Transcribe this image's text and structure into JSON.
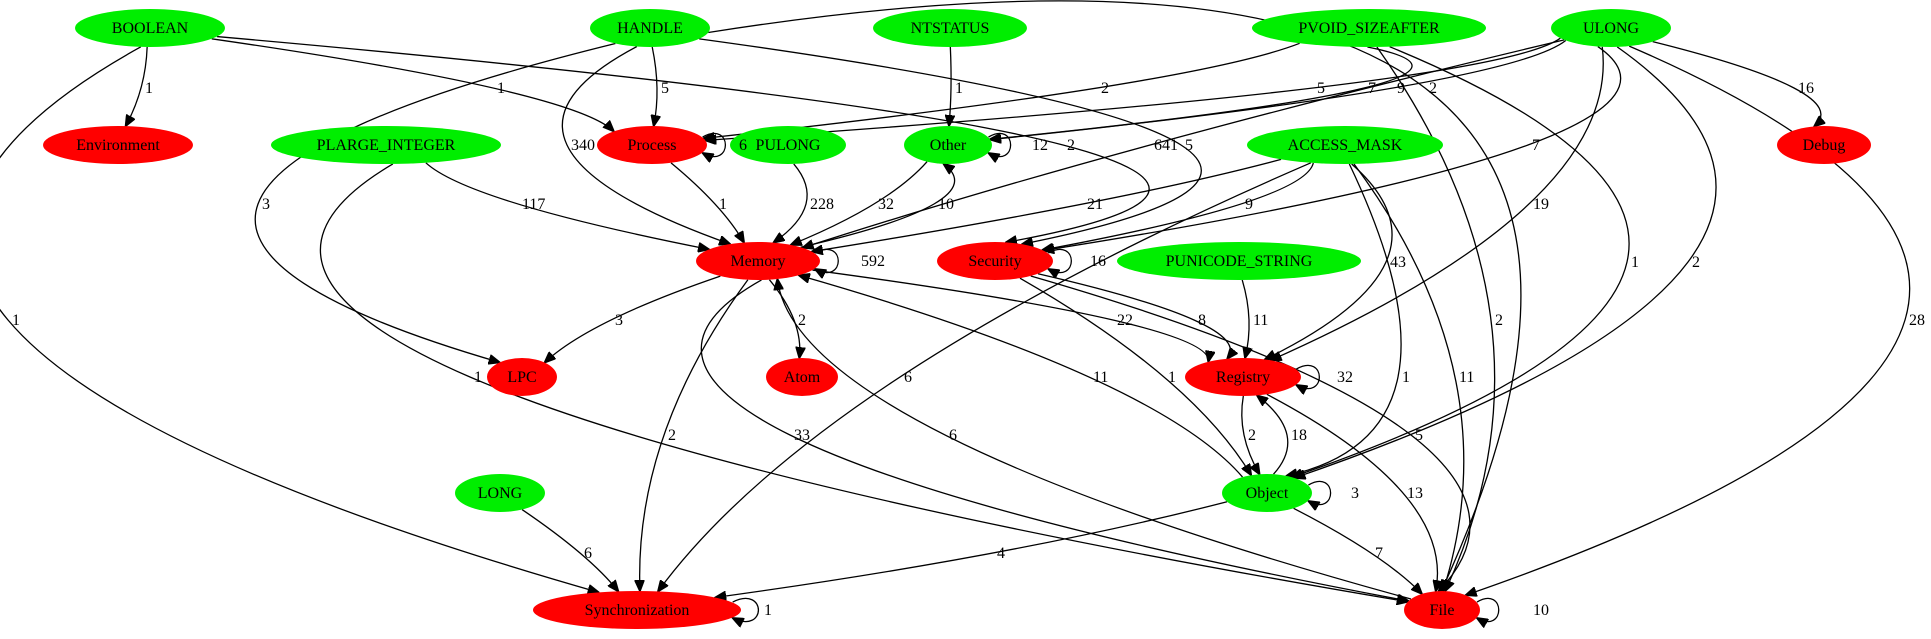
{
  "colors": {
    "type_node": "#00ee00",
    "category_node": "#ff0000",
    "edge": "#000000"
  },
  "nodes": [
    {
      "id": "BOOLEAN",
      "label": "BOOLEAN",
      "kind": "type"
    },
    {
      "id": "HANDLE",
      "label": "HANDLE",
      "kind": "type"
    },
    {
      "id": "NTSTATUS",
      "label": "NTSTATUS",
      "kind": "type"
    },
    {
      "id": "PVOID_SIZEAFTER",
      "label": "PVOID_SIZEAFTER",
      "kind": "type"
    },
    {
      "id": "ULONG",
      "label": "ULONG",
      "kind": "type"
    },
    {
      "id": "Environment",
      "label": "Environment",
      "kind": "category"
    },
    {
      "id": "PLARGE_INTEGER",
      "label": "PLARGE_INTEGER",
      "kind": "type"
    },
    {
      "id": "Process",
      "label": "Process",
      "kind": "category"
    },
    {
      "id": "PULONG",
      "label": "PULONG",
      "kind": "type"
    },
    {
      "id": "Other",
      "label": "Other",
      "kind": "type"
    },
    {
      "id": "ACCESS_MASK",
      "label": "ACCESS_MASK",
      "kind": "type"
    },
    {
      "id": "Debug",
      "label": "Debug",
      "kind": "category"
    },
    {
      "id": "Memory",
      "label": "Memory",
      "kind": "category"
    },
    {
      "id": "Security",
      "label": "Security",
      "kind": "category"
    },
    {
      "id": "PUNICODE_STRING",
      "label": "PUNICODE_STRING",
      "kind": "type"
    },
    {
      "id": "LPC",
      "label": "LPC",
      "kind": "category"
    },
    {
      "id": "Atom",
      "label": "Atom",
      "kind": "category"
    },
    {
      "id": "Registry",
      "label": "Registry",
      "kind": "category"
    },
    {
      "id": "LONG",
      "label": "LONG",
      "kind": "type"
    },
    {
      "id": "Object",
      "label": "Object",
      "kind": "type"
    },
    {
      "id": "Synchronization",
      "label": "Synchronization",
      "kind": "category"
    },
    {
      "id": "File",
      "label": "File",
      "kind": "category"
    }
  ],
  "edges": [
    {
      "id": "e1",
      "from": "BOOLEAN",
      "to": "Environment",
      "label": "1"
    },
    {
      "id": "e2",
      "from": "BOOLEAN",
      "to": "Process",
      "label": "1"
    },
    {
      "id": "e3",
      "from": "BOOLEAN",
      "to": "Synchronization",
      "label": "1"
    },
    {
      "id": "e4",
      "from": "BOOLEAN",
      "to": "Security",
      "label": "2"
    },
    {
      "id": "e5",
      "from": "HANDLE",
      "to": "Process",
      "label": "5"
    },
    {
      "id": "e6",
      "from": "HANDLE",
      "to": "Memory",
      "label": "340"
    },
    {
      "id": "e7",
      "from": "HANDLE",
      "to": "LPC",
      "label": "3"
    },
    {
      "id": "e8",
      "from": "HANDLE",
      "to": "Security",
      "label": "5"
    },
    {
      "id": "e9",
      "from": "HANDLE",
      "to": "File",
      "label": "2"
    },
    {
      "id": "e10",
      "from": "NTSTATUS",
      "to": "Other",
      "label": "1"
    },
    {
      "id": "e11",
      "from": "PVOID_SIZEAFTER",
      "to": "Process",
      "label": "2"
    },
    {
      "id": "e12",
      "from": "PVOID_SIZEAFTER",
      "to": "Other",
      "label": "7"
    },
    {
      "id": "e13",
      "from": "PVOID_SIZEAFTER",
      "to": "Object",
      "label": "1"
    },
    {
      "id": "e14",
      "from": "PVOID_SIZEAFTER",
      "to": "File",
      "label": "2"
    },
    {
      "id": "e15",
      "from": "ULONG",
      "to": "Process",
      "label": "5"
    },
    {
      "id": "e16",
      "from": "ULONG",
      "to": "Other",
      "label": "9"
    },
    {
      "id": "e17",
      "from": "ULONG",
      "to": "Memory",
      "label": "641"
    },
    {
      "id": "e18",
      "from": "ULONG",
      "to": "Security",
      "label": "7"
    },
    {
      "id": "e19",
      "from": "ULONG",
      "to": "Registry",
      "label": "19"
    },
    {
      "id": "e20",
      "from": "ULONG",
      "to": "Object",
      "label": "2"
    },
    {
      "id": "e21",
      "from": "ULONG",
      "to": "Debug",
      "label": "16"
    },
    {
      "id": "e22",
      "from": "ULONG",
      "to": "File",
      "label": "28"
    },
    {
      "id": "e23",
      "from": "Process",
      "to": "Process",
      "label": "6"
    },
    {
      "id": "e24",
      "from": "Process",
      "to": "Memory",
      "label": "1"
    },
    {
      "id": "e25",
      "from": "Other",
      "to": "Other",
      "label": "12"
    },
    {
      "id": "e26",
      "from": "Other",
      "to": "Memory",
      "label": "32"
    },
    {
      "id": "e27",
      "from": "Memory",
      "to": "Other",
      "label": "10"
    },
    {
      "id": "e28",
      "from": "PLARGE_INTEGER",
      "to": "Memory",
      "label": "117"
    },
    {
      "id": "e29",
      "from": "PLARGE_INTEGER",
      "to": "File",
      "label": "1"
    },
    {
      "id": "e30",
      "from": "PULONG",
      "to": "Memory",
      "label": "228"
    },
    {
      "id": "e31",
      "from": "ACCESS_MASK",
      "to": "Memory",
      "label": "21"
    },
    {
      "id": "e32",
      "from": "ACCESS_MASK",
      "to": "Security",
      "label": "9"
    },
    {
      "id": "e33",
      "from": "ACCESS_MASK",
      "to": "Registry",
      "label": "43"
    },
    {
      "id": "e34",
      "from": "ACCESS_MASK",
      "to": "Object",
      "label": "1"
    },
    {
      "id": "e35",
      "from": "ACCESS_MASK",
      "to": "File",
      "label": "11"
    },
    {
      "id": "e36",
      "from": "ACCESS_MASK",
      "to": "Synchronization",
      "label": "6"
    },
    {
      "id": "e37",
      "from": "Memory",
      "to": "Memory",
      "label": "592"
    },
    {
      "id": "e38",
      "from": "Memory",
      "to": "LPC",
      "label": "3"
    },
    {
      "id": "e39",
      "from": "Memory",
      "to": "Atom",
      "label": "2"
    },
    {
      "id": "e40",
      "from": "Memory",
      "to": "Registry",
      "label": "22"
    },
    {
      "id": "e41",
      "from": "Memory",
      "to": "Synchronization",
      "label": "2"
    },
    {
      "id": "e42",
      "from": "Memory",
      "to": "File",
      "label": "33"
    },
    {
      "id": "e43",
      "from": "Object",
      "to": "Memory",
      "label": "11"
    },
    {
      "id": "e44",
      "from": "File",
      "to": "Memory",
      "label": "6"
    },
    {
      "id": "e45",
      "from": "Security",
      "to": "Security",
      "label": "16"
    },
    {
      "id": "e46",
      "from": "Security",
      "to": "Registry",
      "label": "8"
    },
    {
      "id": "e47",
      "from": "Security",
      "to": "Object",
      "label": "1"
    },
    {
      "id": "e48",
      "from": "Security",
      "to": "File",
      "label": "5"
    },
    {
      "id": "e49",
      "from": "PUNICODE_STRING",
      "to": "Registry",
      "label": "11"
    },
    {
      "id": "e50",
      "from": "Registry",
      "to": "Registry",
      "label": "32"
    },
    {
      "id": "e51",
      "from": "Registry",
      "to": "Object",
      "label": "2"
    },
    {
      "id": "e52",
      "from": "Object",
      "to": "Registry",
      "label": "18"
    },
    {
      "id": "e53",
      "from": "Registry",
      "to": "File",
      "label": "13"
    },
    {
      "id": "e54",
      "from": "LONG",
      "to": "Synchronization",
      "label": "6"
    },
    {
      "id": "e55",
      "from": "Object",
      "to": "Object",
      "label": "3"
    },
    {
      "id": "e56",
      "from": "Object",
      "to": "Synchronization",
      "label": "4"
    },
    {
      "id": "e57",
      "from": "Object",
      "to": "File",
      "label": "7"
    },
    {
      "id": "e58",
      "from": "Synchronization",
      "to": "Synchronization",
      "label": "1"
    },
    {
      "id": "e59",
      "from": "File",
      "to": "File",
      "label": "10"
    }
  ]
}
